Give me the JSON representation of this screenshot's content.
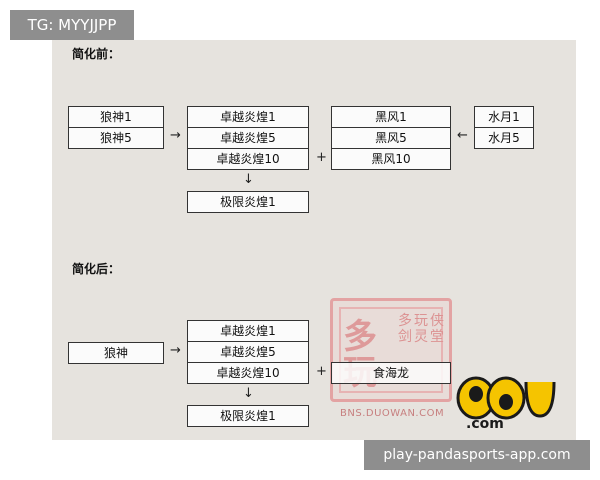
{
  "watermark_top": "TG: MYYJJPP",
  "watermark_bottom": "play-pandasports-app.com",
  "before": {
    "label": "简化前：",
    "col1": [
      "狼神1",
      "狼神5"
    ],
    "col2": [
      "卓越炎煌1",
      "卓越炎煌5",
      "卓越炎煌10"
    ],
    "col3": [
      "黑风1",
      "黑风5",
      "黑风10"
    ],
    "col4": [
      "水月1",
      "水月5"
    ],
    "result": "极限炎煌1",
    "arrow_right": "→",
    "arrow_left": "←",
    "arrow_down": "↓",
    "plus": "+"
  },
  "after": {
    "label": "简化后：",
    "col1": [
      "狼神"
    ],
    "col2": [
      "卓越炎煌1",
      "卓越炎煌5",
      "卓越炎煌10"
    ],
    "col3": [
      "食海龙"
    ],
    "result": "极限炎煌1",
    "arrow_right": "→",
    "arrow_down": "↓",
    "plus": "+"
  },
  "stamp": {
    "big": [
      "多",
      "玩"
    ],
    "col_a": [
      "多",
      "剑"
    ],
    "col_b": [
      "玩",
      "灵"
    ],
    "col_c": [
      "侠",
      "堂"
    ],
    "sub": "BNS.DUOWAN.COM"
  },
  "logo": {
    "digits": "96u",
    "domain": ".com"
  },
  "colors": {
    "canvas": "#e6e3de",
    "badge": "#8e8e8e",
    "stamp": "#de9a9a",
    "logo_fill": "#f5c400",
    "logo_stroke": "#1a1a1a"
  }
}
